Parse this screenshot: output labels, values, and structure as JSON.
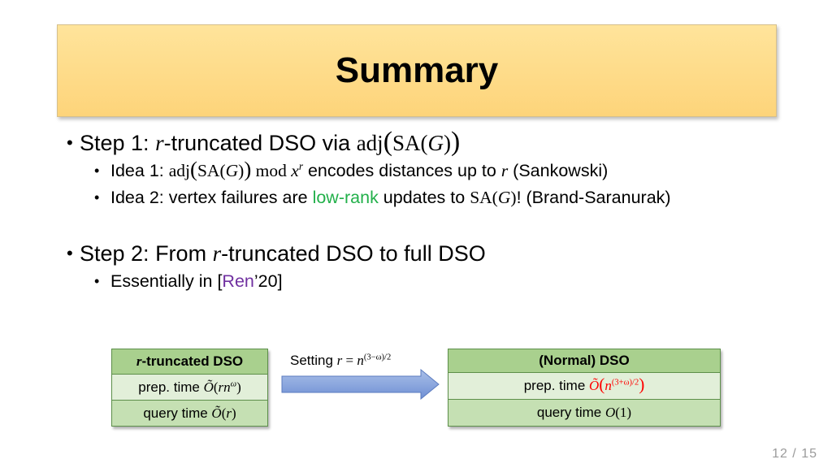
{
  "slide": {
    "title": "Summary",
    "page": "12 / 15"
  },
  "bullets": {
    "step1": {
      "label": "Step 1: ",
      "r": "r",
      "text": "-truncated DSO via ",
      "adj": "adj",
      "sa": "SA(",
      "g": "G",
      "close": ")"
    },
    "idea1": {
      "label": "Idea 1: ",
      "adj": "adj",
      "sa": "SA(",
      "g": "G",
      "close": ")",
      "mod": " mod ",
      "x": "x",
      "xexp": "r",
      "text": " encodes distances up to ",
      "r": "r",
      "cite": " (Sankowski)"
    },
    "idea2": {
      "label": "Idea 2: vertex failures are ",
      "highlight": "low-rank",
      "text": " updates to ",
      "sa": "SA(",
      "g": "G",
      "close": ")",
      "cite": "! (Brand-Saranurak)"
    },
    "step2": {
      "label": "Step 2: From ",
      "r": "r",
      "text": "-truncated DSO to full DSO"
    },
    "essentially": {
      "label": "Essentially in [",
      "ref": "Ren",
      "year": "’20]"
    }
  },
  "left_table": {
    "header_r": "r",
    "header_text": "-truncated DSO",
    "prep_label": "prep. time ",
    "prep_o": "Õ",
    "prep_open": "(",
    "prep_rn": "rn",
    "prep_exp": "ω",
    "prep_close": ")",
    "query_label": "query time ",
    "query_o": "Õ",
    "query_open": "(",
    "query_r": "r",
    "query_close": ")"
  },
  "setting": {
    "label": "Setting ",
    "r": "r",
    "eq": " = ",
    "n": "n",
    "exp": "(3−ω)/2"
  },
  "right_table": {
    "header": "(Normal) DSO",
    "prep_label": "prep. time ",
    "prep_o": "Õ",
    "prep_open": "(",
    "prep_n": "n",
    "prep_exp": "(3+ω)/2",
    "prep_close": ")",
    "query_label": "query time ",
    "query_o": "O",
    "query_arg": "(1)"
  },
  "colors": {
    "title_bg": "#fdd47a",
    "low_rank": "#22b04a",
    "ref": "#7030a0",
    "highlight_red": "#ff0000",
    "table_header": "#a9d08e",
    "table_row_light": "#e2efd9",
    "table_row_dark": "#c5e0b3",
    "arrow": "#7f9edb"
  }
}
